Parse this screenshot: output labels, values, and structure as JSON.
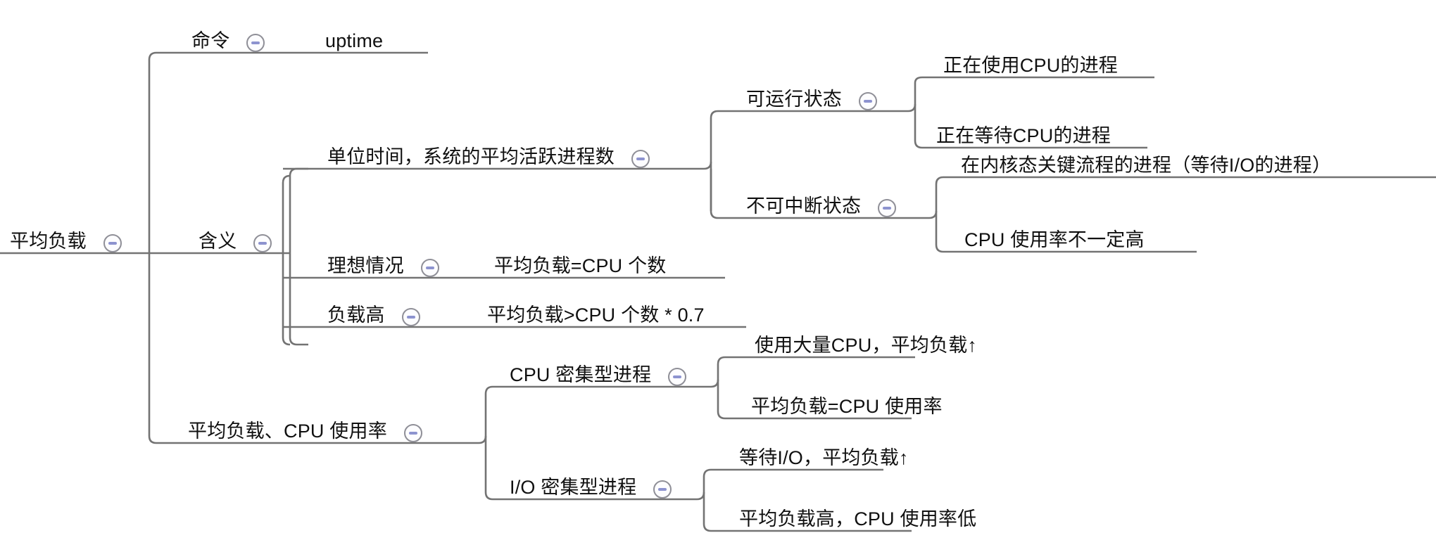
{
  "diagram": {
    "type": "mindmap",
    "title": "平均负载",
    "line_color": "#737373",
    "toggle_border_color": "#8f8f97",
    "toggle_minus_color": "#8d93cf",
    "background": "#ffffff",
    "collapse_icon": "minus-circle-icon"
  },
  "nodes": {
    "root": "平均负载",
    "n_command": "命令",
    "n_uptime": "uptime",
    "n_meaning": "含义",
    "n_avg_active": "单位时间，系统的平均活跃进程数",
    "n_runnable": "可运行状态",
    "n_using_cpu": "正在使用CPU的进程",
    "n_waiting_cpu": "正在等待CPU的进程",
    "n_uninterruptible": "不可中断状态",
    "n_kernel_critical": "在内核态关键流程的进程（等待I/O的进程）",
    "n_cpu_util_not_high": "CPU 使用率不一定高",
    "n_ideal": "理想情况",
    "n_ideal_value": "平均负载=CPU 个数",
    "n_high_load": "负载高",
    "n_high_load_value": "平均负载>CPU 个数 * 0.7",
    "n_load_vs_cpu": "平均负载、CPU 使用率",
    "n_cpu_bound": "CPU 密集型进程",
    "n_cpu_bound_a": "使用大量CPU，平均负载↑",
    "n_cpu_bound_b": "平均负载=CPU 使用率",
    "n_io_bound": "I/O 密集型进程",
    "n_io_bound_a": "等待I/O，平均负载↑",
    "n_io_bound_b": "平均负载高，CPU 使用率低"
  }
}
